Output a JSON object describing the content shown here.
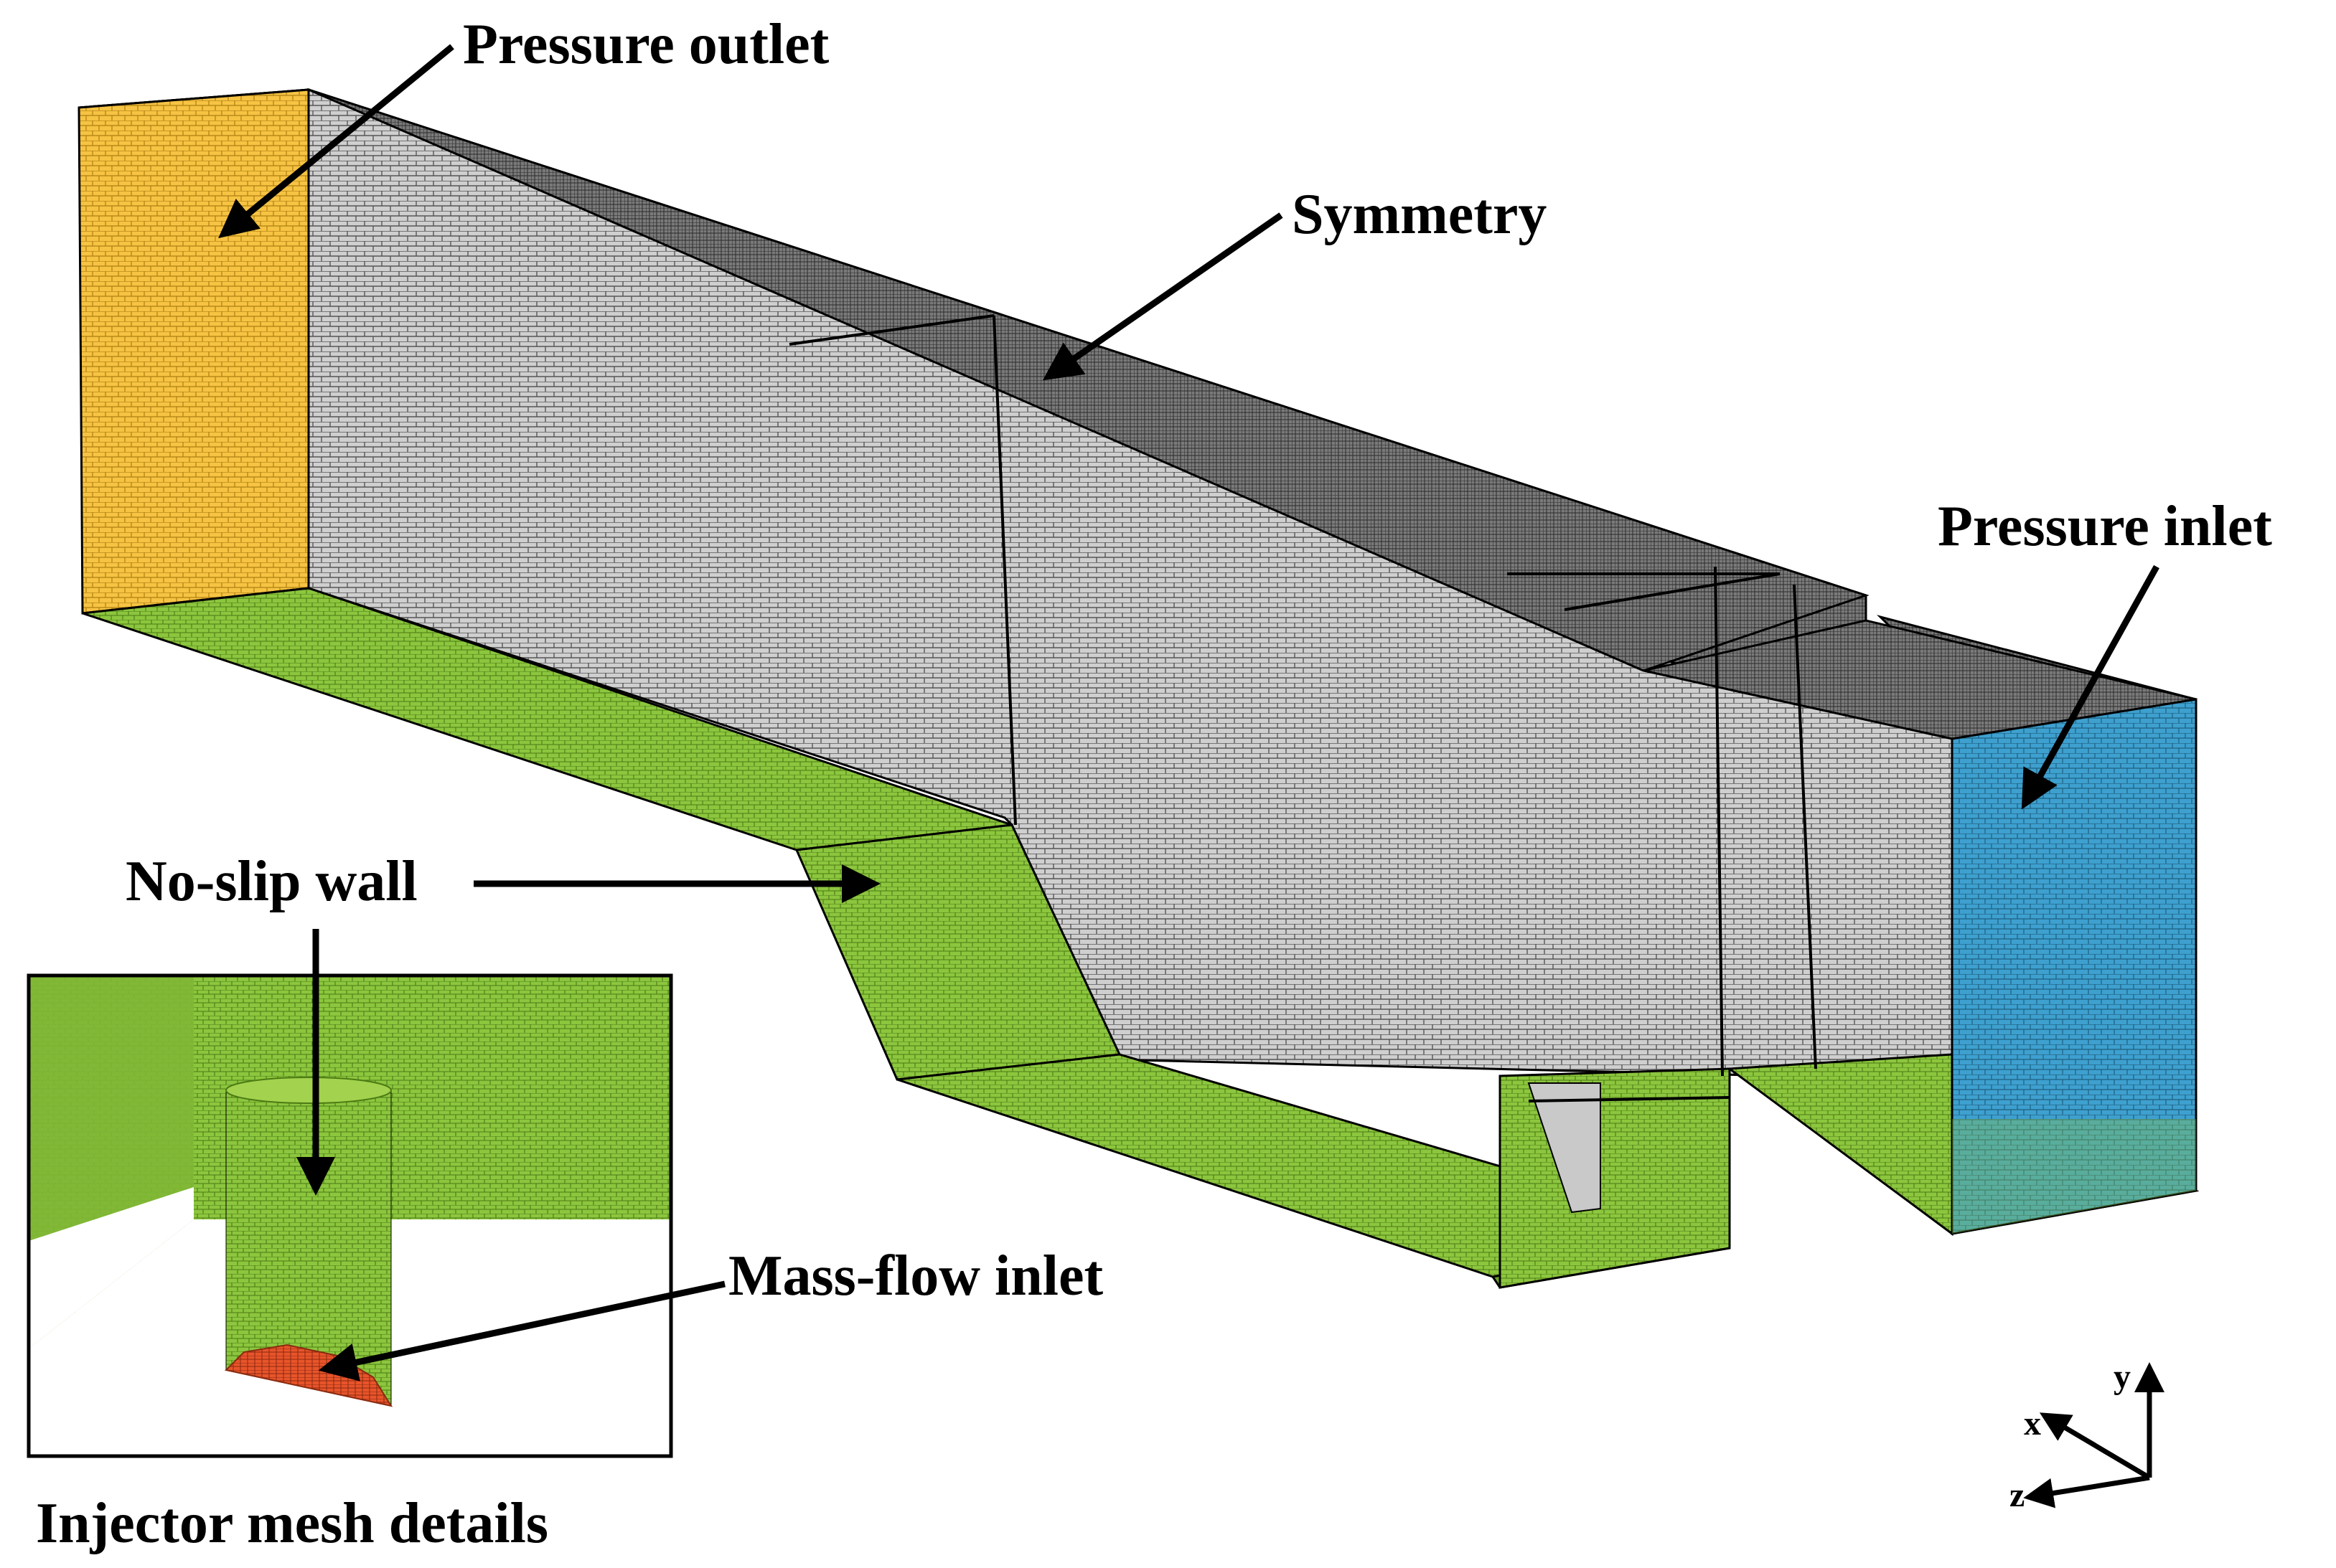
{
  "labels": {
    "pressure_outlet": "Pressure outlet",
    "symmetry": "Symmetry",
    "pressure_inlet": "Pressure inlet",
    "no_slip_wall": "No-slip wall",
    "mass_flow_inlet": "Mass-flow inlet",
    "inset_caption": "Injector mesh details"
  },
  "axes": {
    "x": "x",
    "y": "y",
    "z": "z"
  },
  "colors": {
    "outlet": "#f6c343",
    "inlet": "#3ea0cf",
    "wall": "#8cc63e",
    "symmetry": "#c9c9c9",
    "top": "#8a8a8a",
    "mass_flow": "#e8542a"
  }
}
